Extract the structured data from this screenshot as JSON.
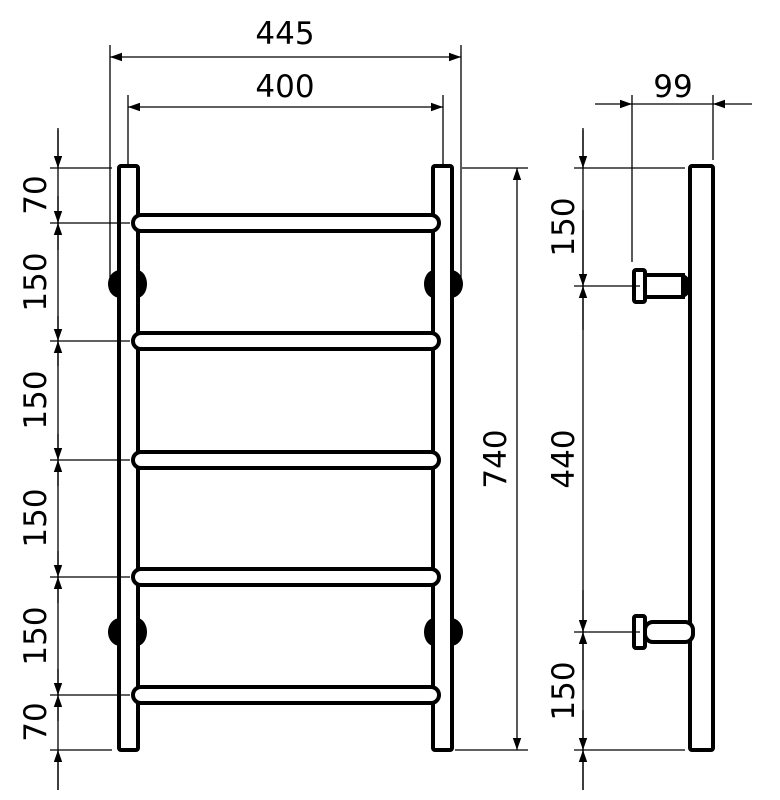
{
  "front_view": {
    "overall_width": "445",
    "rail_spacing": "400",
    "overall_height": "740",
    "rung_spacings": [
      "70",
      "150",
      "150",
      "150",
      "150",
      "70"
    ]
  },
  "side_view": {
    "depth": "99",
    "top_to_bracket": "150",
    "bracket_spacing": "440",
    "bracket_to_bottom": "150"
  },
  "colors": {
    "line": "#000000",
    "background": "#ffffff"
  }
}
